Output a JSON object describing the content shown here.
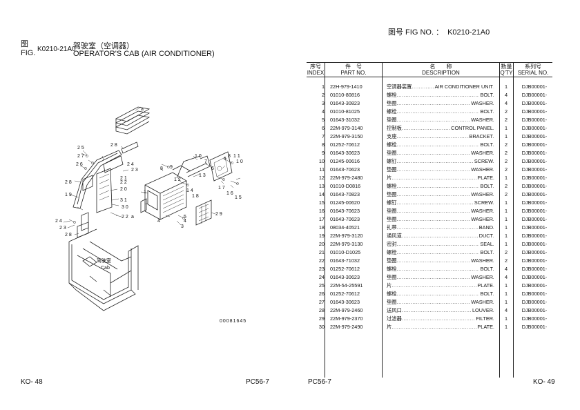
{
  "left_page": {
    "fig_label_cn": "图",
    "fig_label_en": "FIG.",
    "fig_code": "K0210-21A0",
    "title_cn": "驾驶室（空调器）",
    "title_en": "OPERATOR'S CAB (AIR CONDITIONER)",
    "drawing_number": "00081645",
    "cab_label_cn": "驾驶室",
    "cab_label_en": "Cab",
    "callouts": [
      "25",
      "27",
      "28",
      "26",
      "24",
      "23",
      "28",
      "19",
      "22",
      "21",
      "20",
      "31",
      "30",
      "24",
      "23",
      "28",
      "1",
      "2",
      "3",
      "4",
      "5",
      "6",
      "7",
      "8",
      "9",
      "10",
      "11",
      "12",
      "13",
      "14",
      "15",
      "16",
      "17",
      "18",
      "29",
      "a",
      "a"
    ],
    "page_number": "KO- 48",
    "model": "PC56-7"
  },
  "right_page": {
    "fig_no_label": "图号 FIG NO. ：",
    "fig_no": "K0210-21A0",
    "headers": {
      "index_cn": "序号",
      "index_en": "INDEX",
      "part_cn": "件　号",
      "part_en": "PART NO.",
      "desc_cn": "名　　称",
      "desc_en": "DESCRIPTION",
      "qty_cn": "数量",
      "qty_en": "Q'TY",
      "serial_cn": "系列号",
      "serial_en": "SERIAL NO."
    },
    "parts": [
      {
        "index": "1",
        "part_no": "22H-979-1410",
        "desc_cn": "空调器装置",
        "desc_en": "AIR CONDITIONER UNIT",
        "qty": "1",
        "serial": "DJB00001-"
      },
      {
        "index": "2",
        "part_no": "01010-80816",
        "desc_cn": "螺栓",
        "desc_en": "BOLT",
        "qty": "4",
        "serial": "DJB00001-"
      },
      {
        "index": "3",
        "part_no": "01643-30823",
        "desc_cn": "垫圈",
        "desc_en": "WASHER",
        "qty": "4",
        "serial": "DJB00001-"
      },
      {
        "index": "4",
        "part_no": "01010-81025",
        "desc_cn": "螺栓",
        "desc_en": "BOLT",
        "qty": "2",
        "serial": "DJB00001-"
      },
      {
        "index": "5",
        "part_no": "01643-31032",
        "desc_cn": "垫圈",
        "desc_en": "WASHER",
        "qty": "2",
        "serial": "DJB00001-"
      },
      {
        "index": "6",
        "part_no": "22M-979-3140",
        "desc_cn": "控制板",
        "desc_en": "CONTROL PANEL",
        "qty": "1",
        "serial": "DJB00001-"
      },
      {
        "index": "7",
        "part_no": "22M-979-3150",
        "desc_cn": "支座",
        "desc_en": "BRACKET",
        "qty": "1",
        "serial": "DJB00001-"
      },
      {
        "index": "8",
        "part_no": "01252-70612",
        "desc_cn": "螺栓",
        "desc_en": "BOLT",
        "qty": "2",
        "serial": "DJB00001-"
      },
      {
        "index": "9",
        "part_no": "01643-30623",
        "desc_cn": "垫圈",
        "desc_en": "WASHER",
        "qty": "2",
        "serial": "DJB00001-"
      },
      {
        "index": "10",
        "part_no": "01245-00616",
        "desc_cn": "螺钉",
        "desc_en": "SCREW",
        "qty": "2",
        "serial": "DJB00001-"
      },
      {
        "index": "11",
        "part_no": "01643-70623",
        "desc_cn": "垫圈",
        "desc_en": "WASHER",
        "qty": "2",
        "serial": "DJB00001-"
      },
      {
        "index": "12",
        "part_no": "22M-979-2480",
        "desc_cn": "片",
        "desc_en": "PLATE",
        "qty": "1",
        "serial": "DJB00001-"
      },
      {
        "index": "13",
        "part_no": "01010-D0816",
        "desc_cn": "螺栓",
        "desc_en": "BOLT",
        "qty": "2",
        "serial": "DJB00001-"
      },
      {
        "index": "14",
        "part_no": "01643-70823",
        "desc_cn": "垫圈",
        "desc_en": "WASHER",
        "qty": "2",
        "serial": "DJB00001-"
      },
      {
        "index": "15",
        "part_no": "01245-00620",
        "desc_cn": "螺钉",
        "desc_en": "SCREW",
        "qty": "1",
        "serial": "DJB00001-"
      },
      {
        "index": "16",
        "part_no": "01643-70623",
        "desc_cn": "垫圈",
        "desc_en": "WASHER",
        "qty": "1",
        "serial": "DJB00001-"
      },
      {
        "index": "17",
        "part_no": "01643-70623",
        "desc_cn": "垫圈",
        "desc_en": "WASHER",
        "qty": "1",
        "serial": "DJB00001-"
      },
      {
        "index": "18",
        "part_no": "08034-40521",
        "desc_cn": "扎带",
        "desc_en": "BAND",
        "qty": "1",
        "serial": "DJB00001-"
      },
      {
        "index": "19",
        "part_no": "22M-979-3120",
        "desc_cn": "通风道",
        "desc_en": "DUCT",
        "qty": "1",
        "serial": "DJB00001-"
      },
      {
        "index": "20",
        "part_no": "22M-979-3130",
        "desc_cn": "密封",
        "desc_en": "SEAL",
        "qty": "1",
        "serial": "DJB00001-"
      },
      {
        "index": "21",
        "part_no": "01010-D1025",
        "desc_cn": "螺栓",
        "desc_en": "BOLT",
        "qty": "2",
        "serial": "DJB00001-"
      },
      {
        "index": "22",
        "part_no": "01643-71032",
        "desc_cn": "垫圈",
        "desc_en": "WASHER",
        "qty": "2",
        "serial": "DJB00001-"
      },
      {
        "index": "23",
        "part_no": "01252-70612",
        "desc_cn": "螺栓",
        "desc_en": "BOLT",
        "qty": "4",
        "serial": "DJB00001-"
      },
      {
        "index": "24",
        "part_no": "01643-30623",
        "desc_cn": "垫圈",
        "desc_en": "WASHER",
        "qty": "4",
        "serial": "DJB00001-"
      },
      {
        "index": "25",
        "part_no": "22M-54-25591",
        "desc_cn": "片",
        "desc_en": "PLATE",
        "qty": "1",
        "serial": "DJB00001-"
      },
      {
        "index": "26",
        "part_no": "01252-70612",
        "desc_cn": "螺栓",
        "desc_en": "BOLT",
        "qty": "1",
        "serial": "DJB00001-"
      },
      {
        "index": "27",
        "part_no": "01643-30623",
        "desc_cn": "垫圈",
        "desc_en": "WASHER",
        "qty": "1",
        "serial": "DJB00001-"
      },
      {
        "index": "28",
        "part_no": "22M-979-2460",
        "desc_cn": "送风口",
        "desc_en": "LOUVER",
        "qty": "4",
        "serial": "DJB00001-"
      },
      {
        "index": "29",
        "part_no": "22M-979-2370",
        "desc_cn": "过滤器",
        "desc_en": "FILTER",
        "qty": "1",
        "serial": "DJB00001-"
      },
      {
        "index": "30",
        "part_no": "22M-979-2490",
        "desc_cn": "片",
        "desc_en": "PLATE",
        "qty": "1",
        "serial": "DJB00001-"
      }
    ],
    "model": "PC56-7",
    "page_number": "KO- 49"
  }
}
